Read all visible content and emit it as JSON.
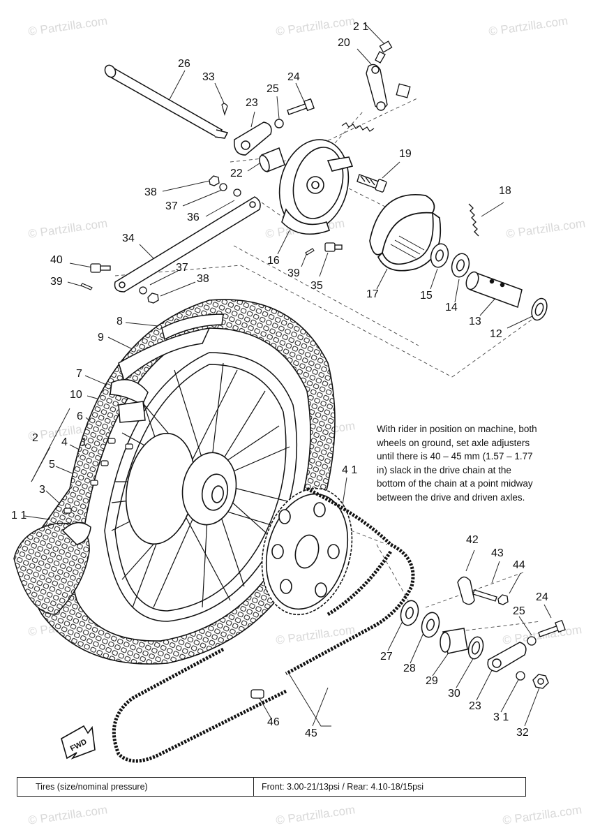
{
  "watermark": "© Partzilla.com",
  "callouts": {
    "c1": "1",
    "c2": "2",
    "c3": "3",
    "c4": "4",
    "c5": "5",
    "c6": "6",
    "c7": "7",
    "c8": "8",
    "c9": "9",
    "c10": "10",
    "c11": "1 1",
    "c12": "12",
    "c13": "13",
    "c14": "14",
    "c15": "15",
    "c16": "16",
    "c17": "17",
    "c18": "18",
    "c19": "19",
    "c20": "20",
    "c21": "2 1",
    "c22": "22",
    "c23a": "23",
    "c23b": "23",
    "c24a": "24",
    "c24b": "24",
    "c25a": "25",
    "c25b": "25",
    "c26": "26",
    "c27": "27",
    "c28": "28",
    "c29": "29",
    "c30": "30",
    "c31": "3 1",
    "c32": "32",
    "c33": "33",
    "c34": "34",
    "c35": "35",
    "c36": "36",
    "c37a": "37",
    "c37b": "37",
    "c38a": "38",
    "c38b": "38",
    "c39a": "39",
    "c39b": "39",
    "c40": "40",
    "c41": "4 1",
    "c42": "42",
    "c43": "43",
    "c44": "44",
    "c45": "45",
    "c46": "46"
  },
  "note": {
    "line1": "With rider in position on machine, both",
    "line2": "wheels on ground, set axle adjusters",
    "line3": "until there is  40 – 45 mm (1.57 – 1.77",
    "line4": "in)  slack in the drive chain at the",
    "line5": "bottom of the chain at a point midway",
    "line6": "between the drive and driven axles."
  },
  "spec": {
    "left": "Tires (size/nominal pressure)",
    "right": "Front:  3.00-21/13psi   /   Rear:  4.10-18/15psi"
  },
  "fwd_label": "FWD"
}
